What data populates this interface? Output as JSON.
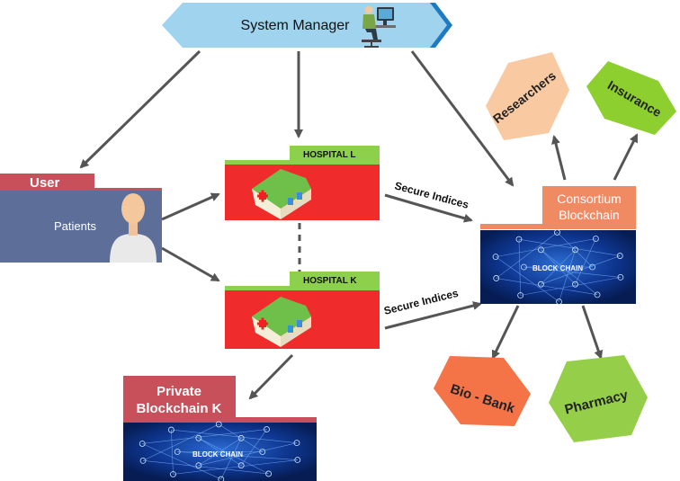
{
  "system_manager": {
    "label": "System Manager",
    "icon": "person-at-computer-icon"
  },
  "user_panel": {
    "tab_label": "User",
    "body_label": "Patients",
    "icon": "patient-avatar-icon"
  },
  "hospital_l": {
    "label": "HOSPITAL L",
    "icon": "hospital-building-icon"
  },
  "hospital_k": {
    "label": "HOSPITAL K",
    "icon": "hospital-building-icon"
  },
  "edges": {
    "secure_indices_l": "Secure Indices",
    "secure_indices_k": "Secure Indices"
  },
  "consortium": {
    "line1": "Consortium",
    "line2": "Blockchain",
    "graphic_label": "BLOCK CHAIN"
  },
  "private_chain": {
    "line1": "Private",
    "line2": "Blockchain K",
    "graphic_label": "BLOCK CHAIN"
  },
  "stakeholders": {
    "researchers": "Researchers",
    "insurance": "Insurance",
    "biobank": "Bio - Bank",
    "pharmacy": "Pharmacy"
  },
  "colors": {
    "banner": "#9fd3ee",
    "banner_dark": "#1e7ac4",
    "hospital_red": "#ef2b2b",
    "hospital_green": "#8cd04b",
    "user_tab": "#c8505a",
    "user_body": "#5d6f99",
    "consortium_tab": "#f08a63",
    "private_tab": "#c8505a",
    "researchers": "#f9caa2",
    "insurance": "#8ccf2f",
    "biobank": "#f47448",
    "pharmacy": "#95cf4a",
    "chain_bg": "#0b2a6a"
  }
}
